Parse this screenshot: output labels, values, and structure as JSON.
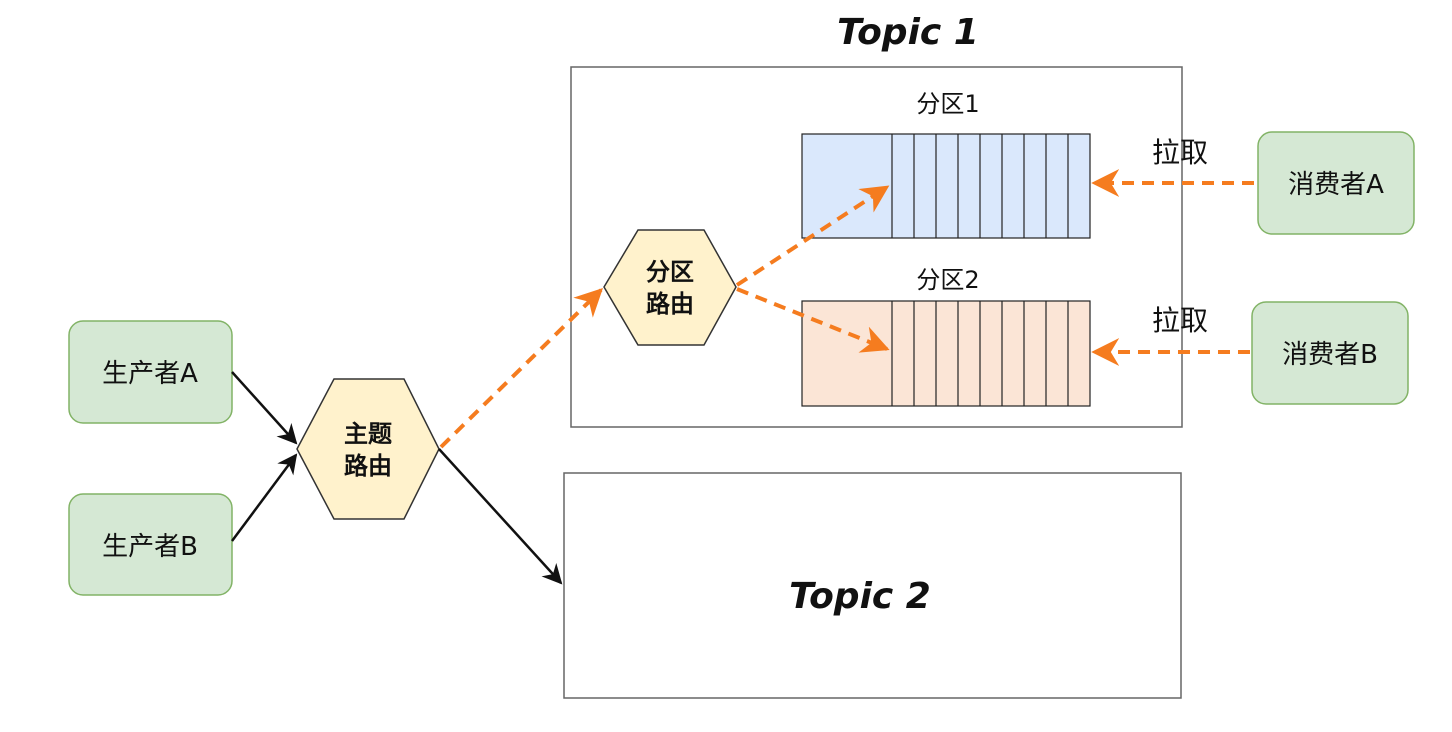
{
  "producers": [
    {
      "label": "生产者A"
    },
    {
      "label": "生产者B"
    }
  ],
  "topic_router": {
    "line1": "主题",
    "line2": "路由"
  },
  "topic1": {
    "title": "Topic 1",
    "partition_router": {
      "line1": "分区",
      "line2": "路由"
    },
    "partitions": [
      {
        "label": "分区1"
      },
      {
        "label": "分区2"
      }
    ]
  },
  "topic2": {
    "title": "Topic 2"
  },
  "consumers": [
    {
      "label": "消费者A",
      "pull_label": "拉取"
    },
    {
      "label": "消费者B",
      "pull_label": "拉取"
    }
  ],
  "colors": {
    "producer_fill": "#d5e8d4",
    "producer_stroke": "#82b366",
    "hex_fill": "#fff2cc",
    "hex_stroke": "#333333",
    "partition1_fill": "#dae8fc",
    "partition2_fill": "#fbe5d6",
    "orange_arrow": "#f57c1f",
    "black_arrow": "#111111"
  }
}
